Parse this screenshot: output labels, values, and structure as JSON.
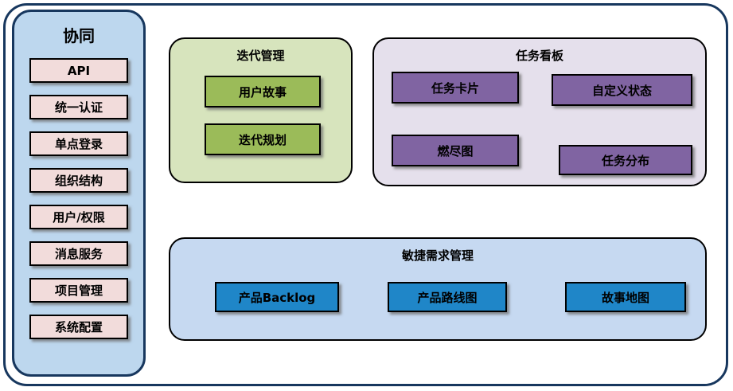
{
  "sidebar": {
    "title": "协同",
    "items": [
      "API",
      "统一认证",
      "单点登录",
      "组织结构",
      "用户/权限",
      "消息服务",
      "项目管理",
      "系统配置"
    ]
  },
  "iteration_panel": {
    "title": "迭代管理",
    "items": [
      "用户故事",
      "迭代规划"
    ]
  },
  "task_board_panel": {
    "title": "任务看板",
    "items": [
      "任务卡片",
      "自定义状态",
      "燃尽图",
      "任务分布"
    ]
  },
  "requirements_panel": {
    "title": "敏捷需求管理",
    "items": [
      "产品Backlog",
      "产品路线图",
      "故事地图"
    ]
  },
  "colors": {
    "outer_border": "#17375E",
    "sidebar_fill": "#BDD7EE",
    "pink_fill": "#F2DCDB",
    "green_panel_fill": "#D7E4BD",
    "green_box_fill": "#9BBB59",
    "purple_panel_fill": "#E5E0EC",
    "purple_box_fill": "#8064A2",
    "blue_panel_fill": "#C6D9F1",
    "blue_box_fill": "#1F86C8"
  }
}
